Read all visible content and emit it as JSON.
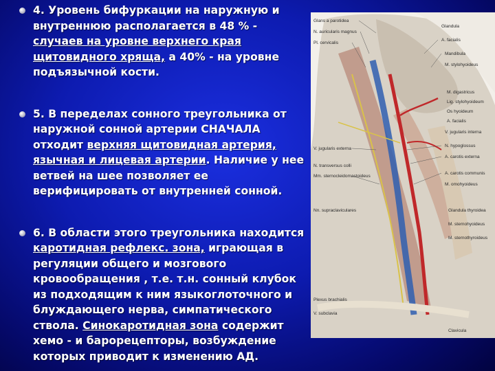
{
  "bullets": [
    {
      "number": "4.",
      "parts": [
        {
          "text": "Уровень бифуркации  на наружную и внутреннюю располагается в 48 % - ",
          "u": false
        },
        {
          "text": "случаев  на уровне верхнего края щитовидного хряща,",
          "u": true
        },
        {
          "text": " а 40% - на уровне подъязычной кости.",
          "u": false
        }
      ]
    },
    {
      "number": "5.",
      "parts": [
        {
          "text": "В переделах сонного  треугольника от наружной сонной артерии  СНАЧАЛА отходит ",
          "u": false
        },
        {
          "text": "верхняя щитовидная артерия, язычная и лицевая артерии",
          "u": true
        },
        {
          "text": ". Наличие у нее ветвей на шее  позволяет ее верифицировать от внутренней сонной.",
          "u": false
        }
      ]
    },
    {
      "number": "6.",
      "parts": [
        {
          "text": "В области этого треугольника находится ",
          "u": false
        },
        {
          "text": "каротидная рефлекс. зона,",
          "u": true
        },
        {
          "text": " играющая  в регуляции общего и мозгового кровообращения , т.е. т.н. сонный клубок из подходящим к ним языкоглоточного и блуждающего нерва, симпатического ствола. ",
          "u": false
        },
        {
          "text": "Синокаротидная зона",
          "u": true
        },
        {
          "text": " содержит хемо  - и барорецепторы, возбуждение которых приводит к изменению   АД.",
          "u": false
        }
      ]
    }
  ],
  "figure": {
    "labels_left": [
      "Glans a parotidea",
      "N. auricularis magnus",
      "Pl. cervicalis",
      "V. jugularis externa",
      "N. transversus colli",
      "Mm. sternocleidomastoideus",
      "Nn. supraclaviculares",
      "Plexus brachialis",
      "V. subclavia"
    ],
    "labels_right": [
      "Glandula",
      "A. facialis",
      "Mandibula",
      "M. stylohyoideus",
      "M. digastricus",
      "Lig. stylohyoideum",
      "Os hyoideum",
      "A. facialis",
      "V. jugularis interna",
      "N. hypoglossus",
      "A. carotis externa",
      "A. carotis communis",
      "M. omohyoideus",
      "Glandula thyroidea",
      "M. sternohyoideus",
      "M. sternothyroideus",
      "Clavicula"
    ]
  }
}
